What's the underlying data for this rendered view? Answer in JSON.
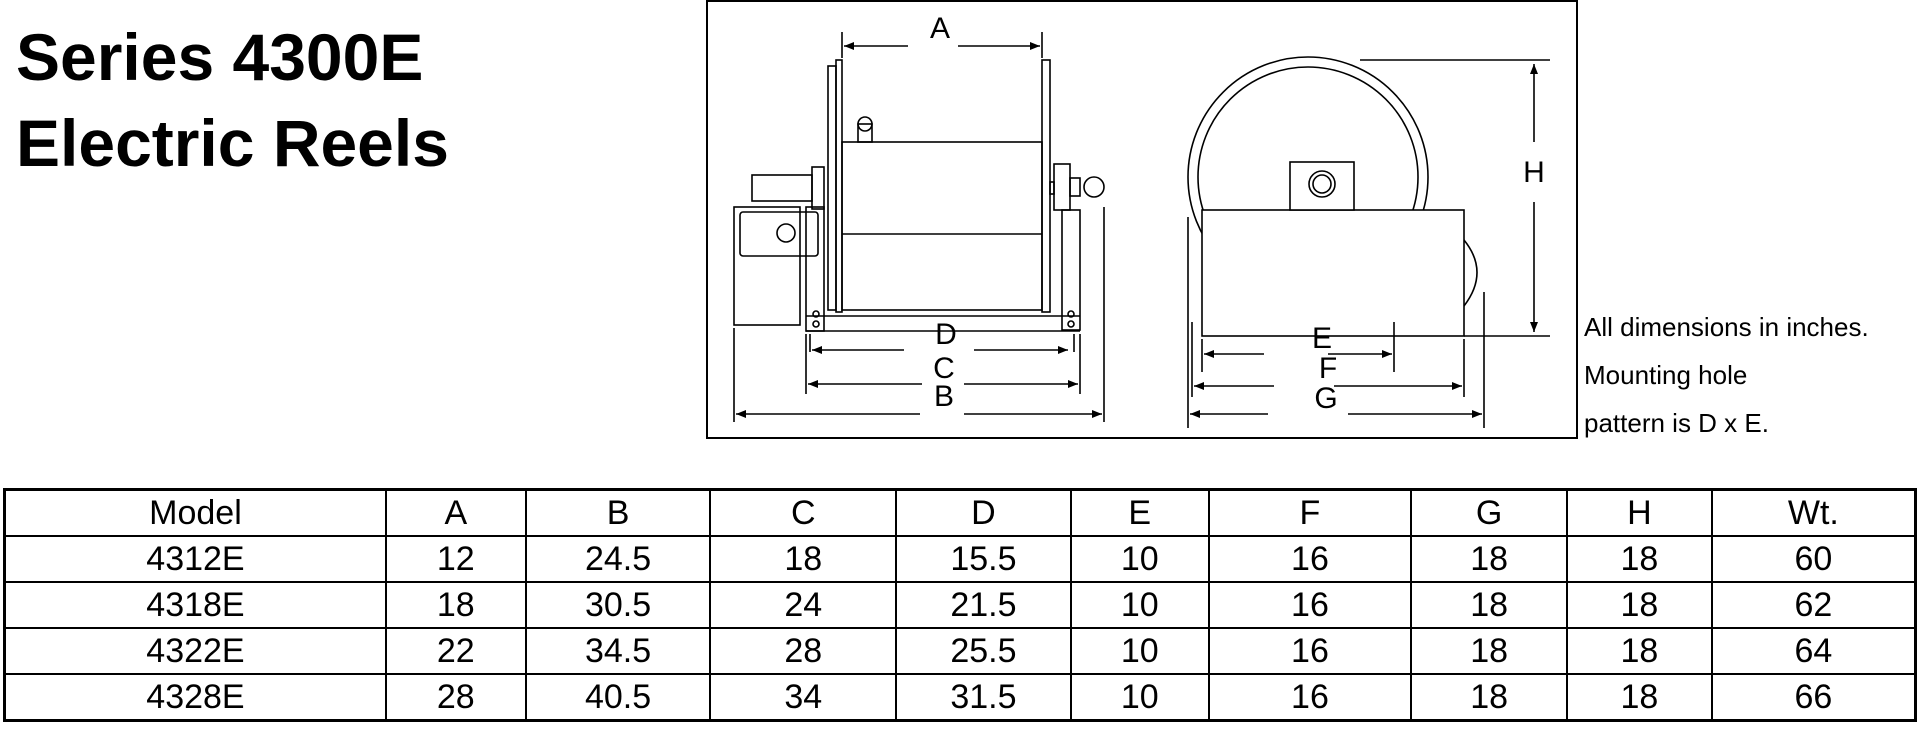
{
  "title": {
    "line1": "Series 4300E",
    "line2": "Electric Reels"
  },
  "diagram": {
    "labels": {
      "A": "A",
      "B": "B",
      "C": "C",
      "D": "D",
      "E": "E",
      "F": "F",
      "G": "G",
      "H": "H"
    }
  },
  "note": {
    "line1": "All dimensions in inches.",
    "line2": "Mounting hole",
    "line3": "pattern is D x E."
  },
  "table": {
    "headers": [
      "Model",
      "A",
      "B",
      "C",
      "D",
      "E",
      "F",
      "G",
      "H",
      "Wt."
    ],
    "rows": [
      [
        "4312E",
        "12",
        "24.5",
        "18",
        "15.5",
        "10",
        "16",
        "18",
        "18",
        "60"
      ],
      [
        "4318E",
        "18",
        "30.5",
        "24",
        "21.5",
        "10",
        "16",
        "18",
        "18",
        "62"
      ],
      [
        "4322E",
        "22",
        "34.5",
        "28",
        "25.5",
        "10",
        "16",
        "18",
        "18",
        "64"
      ],
      [
        "4328E",
        "28",
        "40.5",
        "34",
        "31.5",
        "10",
        "16",
        "18",
        "18",
        "66"
      ]
    ]
  }
}
